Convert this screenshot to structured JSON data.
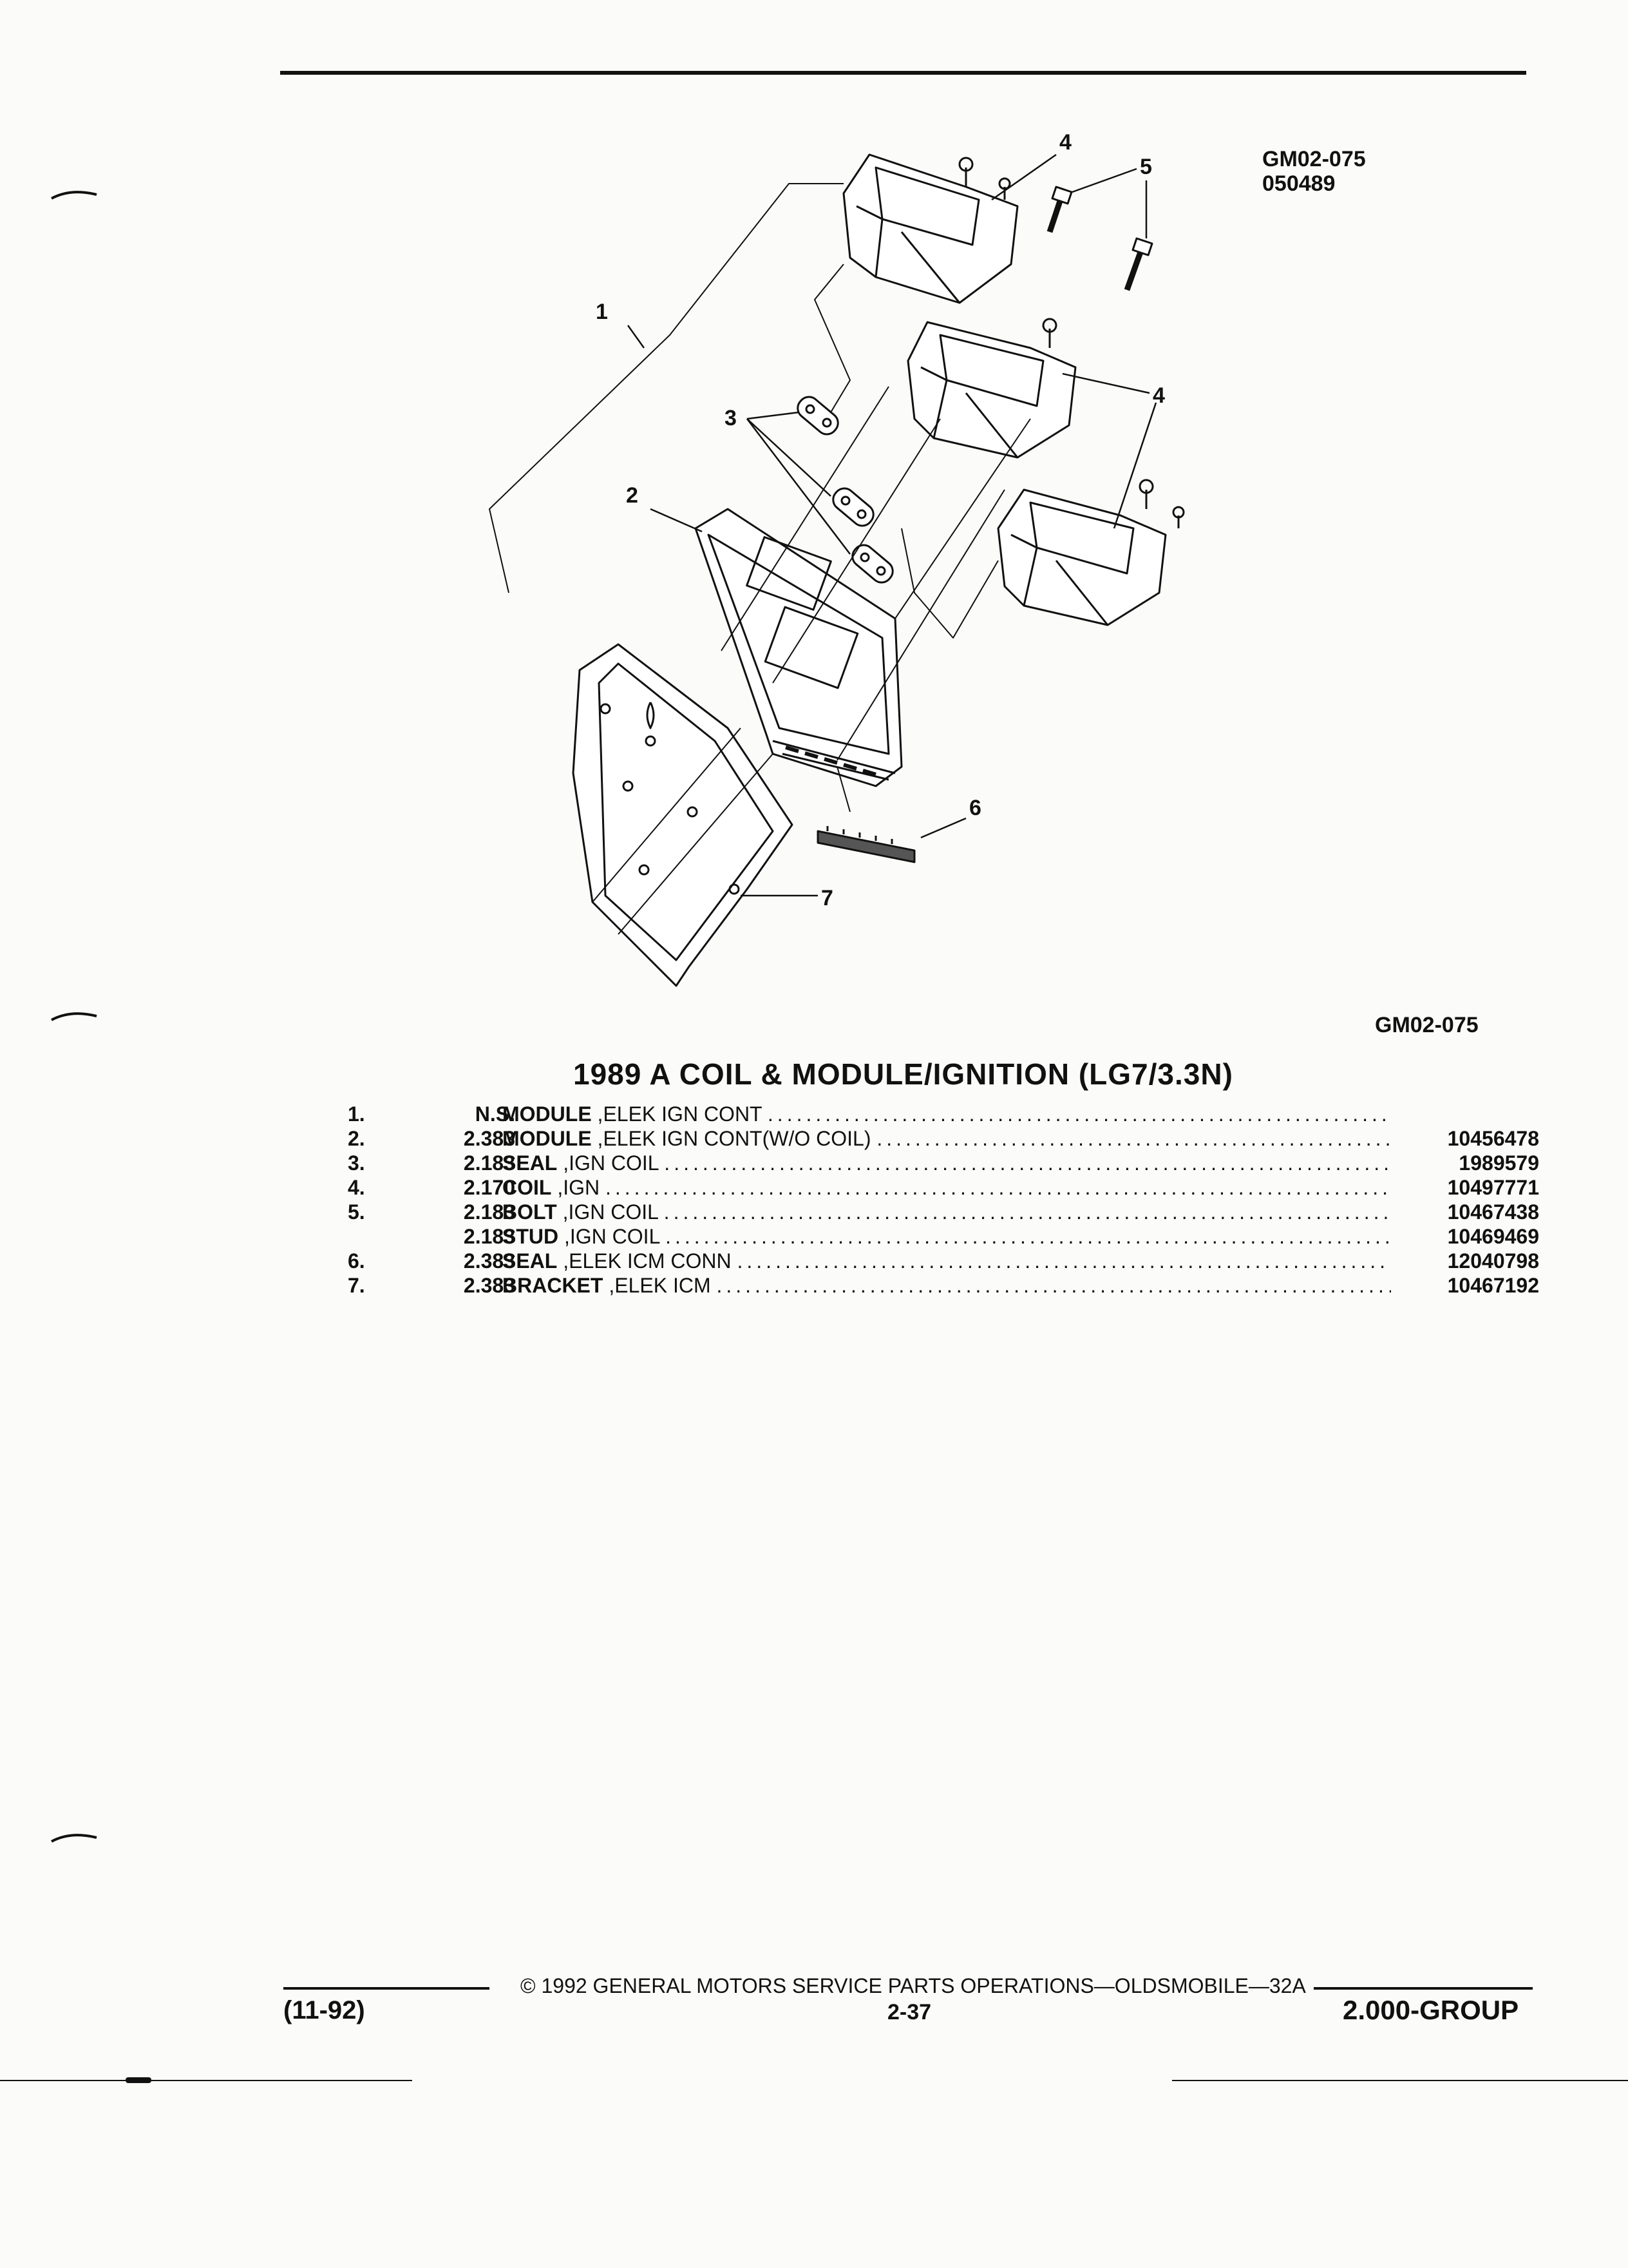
{
  "header": {
    "figure_code": "GM02-075",
    "figure_date": "050489"
  },
  "illustration": {
    "callouts": [
      "1",
      "2",
      "3",
      "4",
      "4",
      "5",
      "6",
      "7"
    ],
    "caption_code": "GM02-075"
  },
  "section_title": "1989 A COIL & MODULE/IGNITION (LG7/3.3N)",
  "parts": [
    {
      "num": "1.",
      "group": "N.S.",
      "name": "MODULE",
      "desc": ",ELEK IGN CONT",
      "part_no": ""
    },
    {
      "num": "2.",
      "group": "2.383",
      "name": "MODULE",
      "desc": ",ELEK IGN CONT(W/O COIL)",
      "part_no": "10456478"
    },
    {
      "num": "3.",
      "group": "2.183",
      "name": "SEAL",
      "desc": ",IGN COIL",
      "part_no": "1989579"
    },
    {
      "num": "4.",
      "group": "2.170",
      "name": "COIL",
      "desc": ",IGN",
      "part_no": "10497771"
    },
    {
      "num": "5.",
      "group": "2.183",
      "name": "BOLT",
      "desc": ",IGN COIL",
      "part_no": "10467438"
    },
    {
      "num": "",
      "group": "2.183",
      "name": "STUD",
      "desc": ",IGN COIL",
      "part_no": "10469469"
    },
    {
      "num": "6.",
      "group": "2.383",
      "name": "SEAL",
      "desc": ",ELEK ICM CONN",
      "part_no": "12040798"
    },
    {
      "num": "7.",
      "group": "2.383",
      "name": "BRACKET",
      "desc": ",ELEK ICM",
      "part_no": "10467192"
    }
  ],
  "footer": {
    "revision": "(11-92)",
    "copyright": "© 1992 GENERAL MOTORS SERVICE PARTS OPERATIONS—OLDSMOBILE—32A",
    "page": "2-37",
    "group": "2.000-GROUP"
  }
}
